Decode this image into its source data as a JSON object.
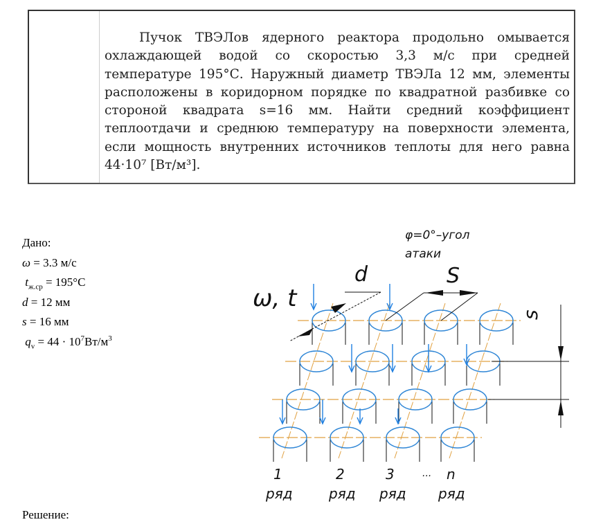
{
  "problem": {
    "lines": [
      "Пучок ТВЭЛов ядерного реактора продольно омывается",
      "охлаждающей водой со скоростью 3,3 м/с при средней",
      "температуре 195°С. Наружный диаметр ТВЭЛа 12 мм, элементы",
      "расположены в коридорном порядке по квадратной разбивке со",
      "стороной квадрата s=16 мм. Найти средний коэффициент",
      "теплоотдачи и среднюю температуру на поверхности элемента,",
      "если мощность внутренних источников теплоты для него равна",
      "44·10⁷ [Вт/м³]."
    ]
  },
  "given": {
    "title": "Дано:",
    "omega_sym": "ω",
    "omega_val": " = 3.3 м/с",
    "t_sym": "t",
    "t_sub": "ж.ср",
    "t_val": " = 195°С",
    "d_sym": "d",
    "d_val": " = 12 мм",
    "s_sym": "s",
    "s_val": " = 16 мм",
    "q_sym": "q",
    "q_sub": "v",
    "q_val": " = 44 · 10",
    "q_exp": "7",
    "q_unit": "Вт/м",
    "q_unit_exp": "3"
  },
  "diagram": {
    "angle_label": "φ=0°–угол",
    "angle_label2": "атаки",
    "flow_label": "ω, t",
    "d_label": "d",
    "s_label": "S",
    "s_vertical_label": "s",
    "rows": [
      {
        "num": "1",
        "word": "ряд"
      },
      {
        "num": "2",
        "word": "ряд"
      },
      {
        "num": "3",
        "word": "ряд"
      },
      {
        "num": "n",
        "word": "ряд"
      }
    ],
    "ellipsis": "...",
    "colors": {
      "tube": "#2f86d6",
      "axis": "#e0a040",
      "arrow": "#1f7fe0",
      "line": "#111111"
    }
  },
  "solution": {
    "title": "Решение:"
  }
}
